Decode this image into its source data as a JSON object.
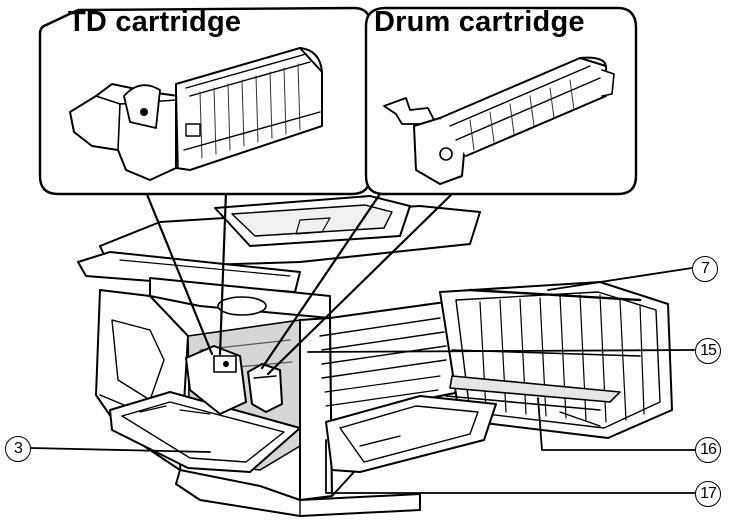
{
  "labels": {
    "td_cartridge": "TD cartridge",
    "drum_cartridge": "Drum cartridge"
  },
  "callouts": [
    {
      "id": "7",
      "text": "7"
    },
    {
      "id": "15",
      "text": "15"
    },
    {
      "id": "3",
      "text": "3"
    },
    {
      "id": "16",
      "text": "16"
    },
    {
      "id": "17",
      "text": "17"
    }
  ],
  "colors": {
    "line": "#000000",
    "fill": "#ffffff",
    "shade": "#d6d6d6"
  }
}
